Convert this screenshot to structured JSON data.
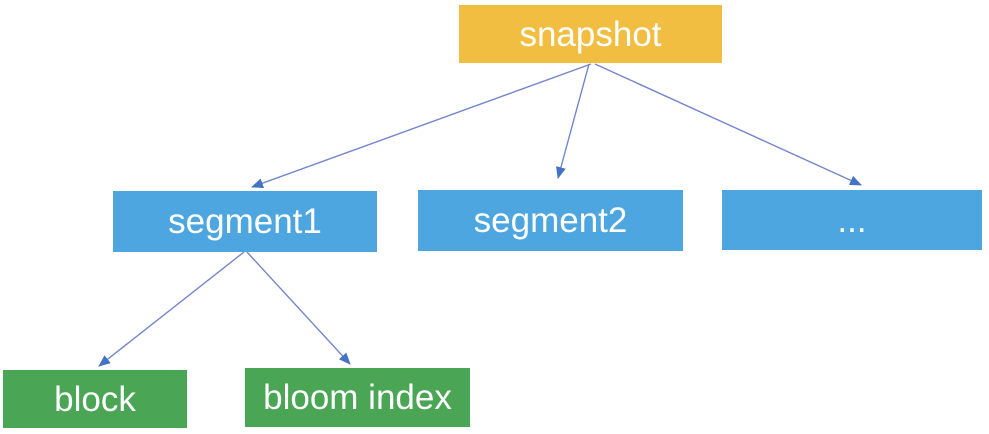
{
  "diagram": {
    "nodes": {
      "snapshot": {
        "label": "snapshot",
        "color": "#F2BE42"
      },
      "segment1": {
        "label": "segment1",
        "color": "#4DA6DF"
      },
      "segment2": {
        "label": "segment2",
        "color": "#4DA6DF"
      },
      "more": {
        "label": "...",
        "color": "#4DA6DF"
      },
      "block": {
        "label": "block",
        "color": "#4AA655"
      },
      "bloom_index": {
        "label": "bloom index",
        "color": "#4AA655"
      }
    },
    "edges": [
      {
        "from": "snapshot",
        "to": "segment1"
      },
      {
        "from": "snapshot",
        "to": "segment2"
      },
      {
        "from": "snapshot",
        "to": "more"
      },
      {
        "from": "segment1",
        "to": "block"
      },
      {
        "from": "segment1",
        "to": "bloom_index"
      }
    ],
    "colors": {
      "background": "#FFFFFF",
      "node_text": "#FFFFFF",
      "arrow_line": "#7385CB",
      "arrow_head": "#4472C4"
    }
  }
}
